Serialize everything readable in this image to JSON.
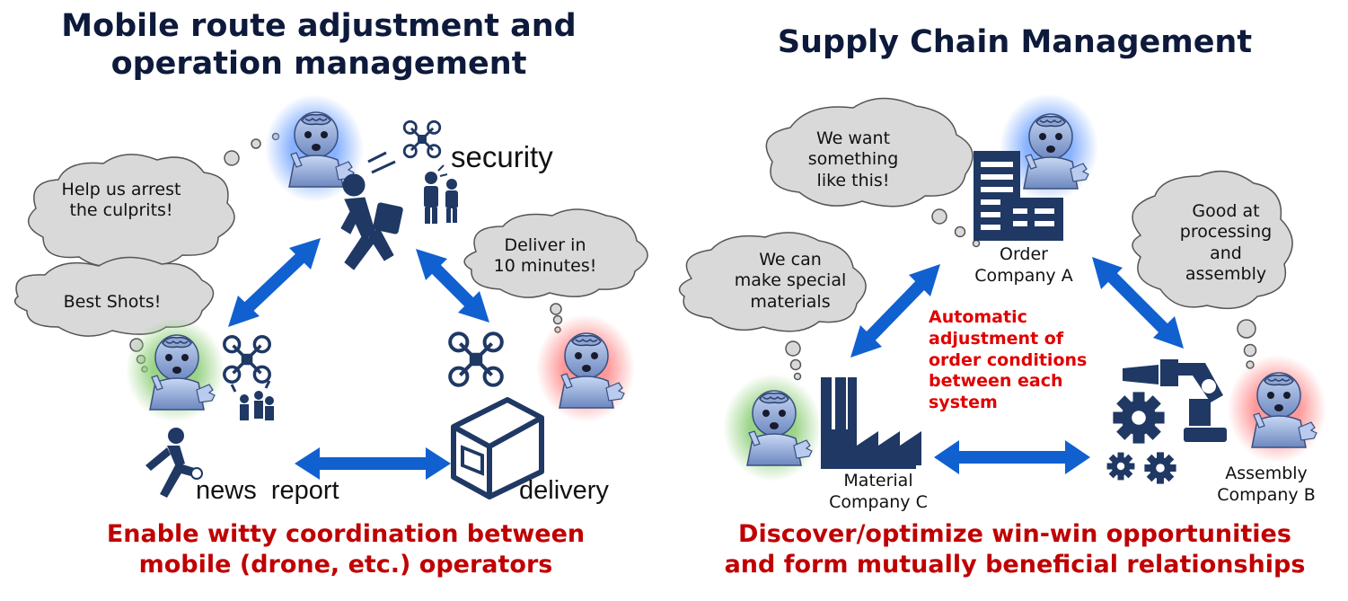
{
  "left": {
    "title": "Mobile route adjustment and\noperation management",
    "clouds": {
      "arrest": "Help us arrest\nthe culprits!",
      "best_shots": "Best Shots!",
      "deliver": "Deliver in\n10 minutes!"
    },
    "labels": {
      "security": "security",
      "news_report": "news  report",
      "delivery": "delivery"
    },
    "caption": "Enable witty coordination between\nmobile (drone, etc.) operators"
  },
  "right": {
    "title": "Supply Chain Management",
    "clouds": {
      "want": "We want\nsomething\nlike this!",
      "special": "We can\nmake special\nmaterials",
      "good_at": "Good at\nprocessing\nand\nassembly"
    },
    "companies": {
      "a": "Order\nCompany A",
      "b": "Assembly\nCompany B",
      "c": "Material\nCompany C"
    },
    "auto_adjust": "Automatic\nadjustment of\norder conditions\nbetween each\nsystem",
    "caption": "Discover/optimize win-win opportunities\nand form mutually beneficial relationships"
  },
  "colors": {
    "title": "#0d1a3b",
    "navy_icon": "#1f3864",
    "arrow_blue": "#1060d0",
    "caption_red": "#c00000",
    "highlight_red": "#e00000",
    "cloud_fill": "#d9d9d9"
  }
}
